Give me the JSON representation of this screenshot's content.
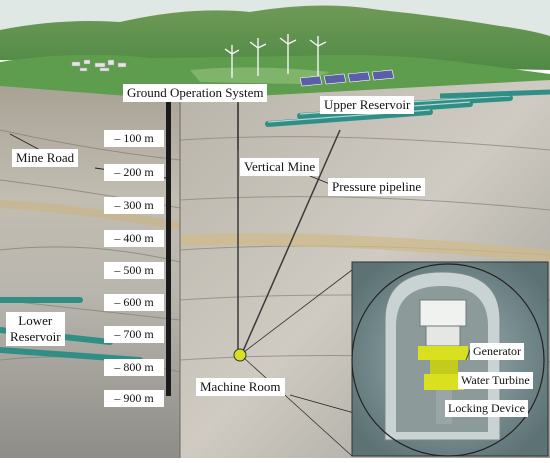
{
  "labels": {
    "ground_operation_system": "Ground Operation System",
    "upper_reservoir": "Upper Reservoir",
    "mine_road": "Mine Road",
    "vertical_mine": "Vertical Mine",
    "pressure_pipeline": "Pressure pipeline",
    "lower_reservoir": "Lower\nReservoir",
    "machine_room": "Machine Room",
    "generator": "Generator",
    "water_turbine": "Water Turbine",
    "locking_device": "Locking Device"
  },
  "depth_markers": [
    "– 100 m",
    "– 200 m",
    "– 300 m",
    "– 400 m",
    "– 500 m",
    "– 600 m",
    "– 700 m",
    "– 800 m",
    "– 900 m"
  ],
  "colors": {
    "terrain_green": "#5f9d4e",
    "rock_gray": "#b7b7b0",
    "pipe_teal": "#2f8f86",
    "component_yellow": "#d8e020",
    "shaft_black": "#1a1a1a"
  }
}
